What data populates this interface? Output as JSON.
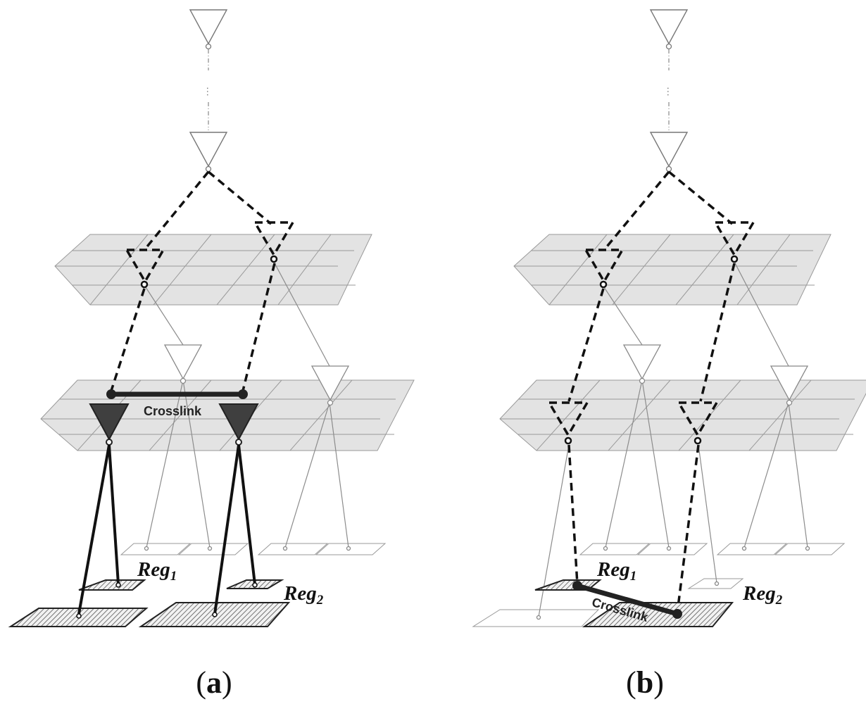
{
  "panels": [
    {
      "id": "a",
      "label_open": "(",
      "label_letter": "a",
      "label_close": ")",
      "reg1_main": "Reg",
      "reg1_sub": "1",
      "reg2_main": "Reg",
      "reg2_sub": "2",
      "crosslink": "Crosslink"
    },
    {
      "id": "b",
      "label_open": "(",
      "label_letter": "b",
      "label_close": ")",
      "reg1_main": "Reg",
      "reg1_sub": "1",
      "reg2_main": "Reg",
      "reg2_sub": "2",
      "crosslink": "Crosslink"
    }
  ],
  "colors": {
    "grid_fill": "#e3e3e3",
    "grid_line": "#9a9a9a",
    "thin_line": "#8c8c8c",
    "dashed": "#111111",
    "crosslink": "#222222",
    "filled_neuron": "#3f3f3f",
    "hatch": "#555555"
  }
}
